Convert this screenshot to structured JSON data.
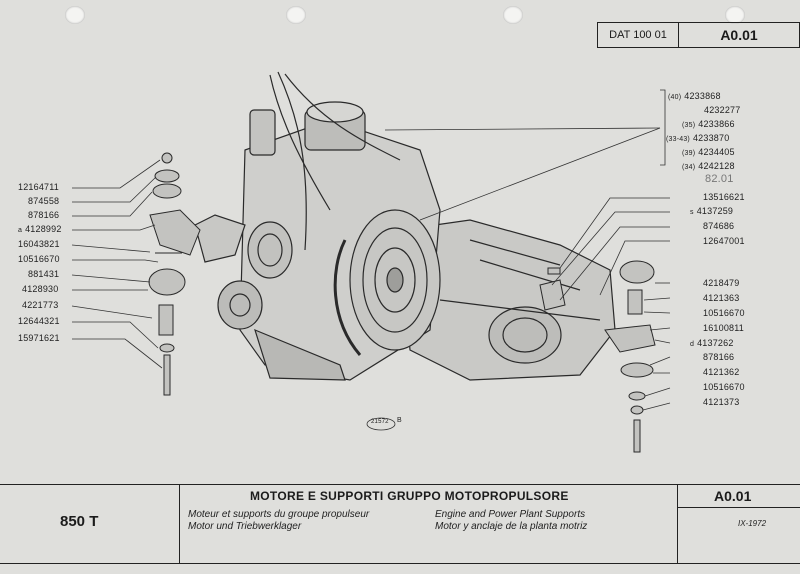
{
  "header": {
    "dat": "DAT 100 01",
    "code": "A0.01"
  },
  "top_group": {
    "numbers": [
      {
        "prefix": "(40)",
        "num": "4233868"
      },
      {
        "prefix": "",
        "num": "4232277"
      },
      {
        "prefix": "(35)",
        "num": "4233866"
      },
      {
        "prefix": "(33-43)",
        "num": "4233870"
      },
      {
        "prefix": "(39)",
        "num": "4234405"
      },
      {
        "prefix": "(34)",
        "num": "4242128"
      }
    ]
  },
  "left_parts": [
    {
      "prefix": "",
      "num": "12164711"
    },
    {
      "prefix": "",
      "num": "874558"
    },
    {
      "prefix": "",
      "num": "878166"
    },
    {
      "prefix": "a",
      "num": "4128992"
    },
    {
      "prefix": "",
      "num": "16043821"
    },
    {
      "prefix": "",
      "num": "10516670"
    },
    {
      "prefix": "",
      "num": "881431"
    },
    {
      "prefix": "",
      "num": "4128930"
    },
    {
      "prefix": "",
      "num": "4221773"
    },
    {
      "prefix": "",
      "num": "12644321"
    },
    {
      "prefix": "",
      "num": "15971621"
    }
  ],
  "right_parts": [
    {
      "prefix": "",
      "num": "82.01"
    },
    {
      "prefix": "",
      "num": "13516621"
    },
    {
      "prefix": "s",
      "num": "4137259"
    },
    {
      "prefix": "",
      "num": "874686"
    },
    {
      "prefix": "",
      "num": "12647001"
    },
    {
      "prefix": "",
      "num": "4218479"
    },
    {
      "prefix": "",
      "num": "4121363"
    },
    {
      "prefix": "",
      "num": "10516670"
    },
    {
      "prefix": "",
      "num": "16100811"
    },
    {
      "prefix": "d",
      "num": "4137262"
    },
    {
      "prefix": "",
      "num": "878166"
    },
    {
      "prefix": "",
      "num": "4121362"
    },
    {
      "prefix": "",
      "num": "10516670"
    },
    {
      "prefix": "",
      "num": "4121373"
    }
  ],
  "figure_ref": {
    "number": "21572",
    "suffix": "B"
  },
  "footer": {
    "model": "850 T",
    "title": "MOTORE E SUPPORTI GRUPPO MOTOPROPULSORE",
    "sub_fr": "Moteur et supports du groupe propulseur",
    "sub_de": "Motor und Triebwerklager",
    "sub_en": "Engine and Power Plant Supports",
    "sub_es": "Motor y anclaje de la planta motriz",
    "code": "A0.01",
    "date": "IX-1972"
  }
}
